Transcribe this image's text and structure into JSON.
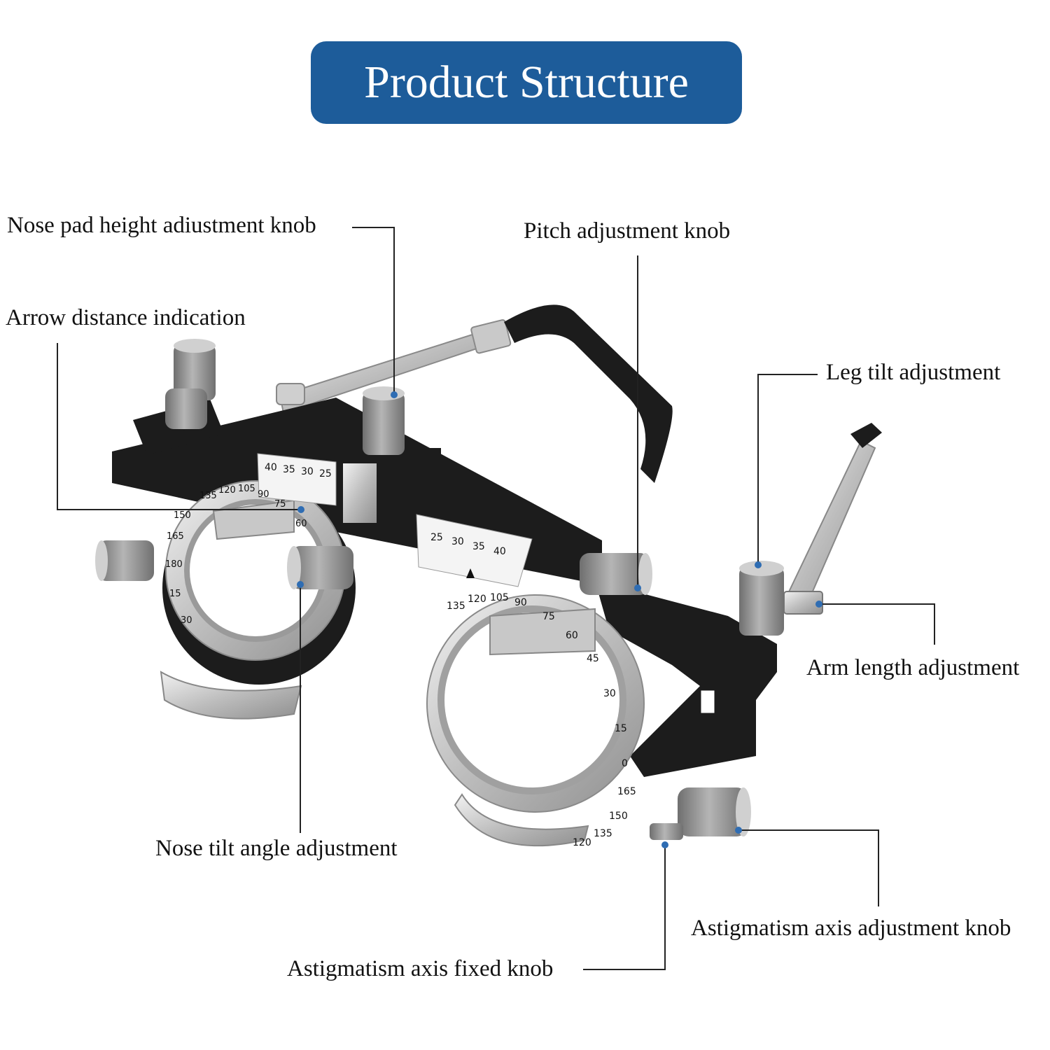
{
  "header": {
    "title": "Product Structure"
  },
  "callouts": [
    {
      "id": "nose-pad-height",
      "label": "Nose pad height adiustment knob"
    },
    {
      "id": "pitch",
      "label": "Pitch adjustment knob"
    },
    {
      "id": "arrow-distance",
      "label": "Arrow distance indication"
    },
    {
      "id": "leg-tilt",
      "label": "Leg tilt adjustment"
    },
    {
      "id": "arm-length",
      "label": "Arm length adjustment"
    },
    {
      "id": "nose-tilt",
      "label": "Nose tilt angle adjustment"
    },
    {
      "id": "astig-knob",
      "label": "Astigmatism axis adjustment knob"
    },
    {
      "id": "astig-fixed",
      "label": "Astigmatism axis fixed knob"
    }
  ],
  "scales": {
    "left_pd": [
      "40",
      "35",
      "30",
      "25"
    ],
    "right_pd": [
      "25",
      "30",
      "35",
      "40"
    ],
    "left_axis": [
      "135",
      "120",
      "105",
      "90",
      "75",
      "60",
      "165",
      "150",
      "180",
      "15",
      "30"
    ],
    "right_axis": [
      "135",
      "120",
      "105",
      "90",
      "75",
      "60",
      "45",
      "30",
      "15",
      "0",
      "165",
      "150",
      "135",
      "120"
    ]
  },
  "colors": {
    "banner": "#1d5c9a",
    "marker": "#2f6db3",
    "leader": "#222222",
    "frame": "#1c1c1c",
    "metal": "#bdbdbd",
    "knob": "#8a8a8a"
  }
}
